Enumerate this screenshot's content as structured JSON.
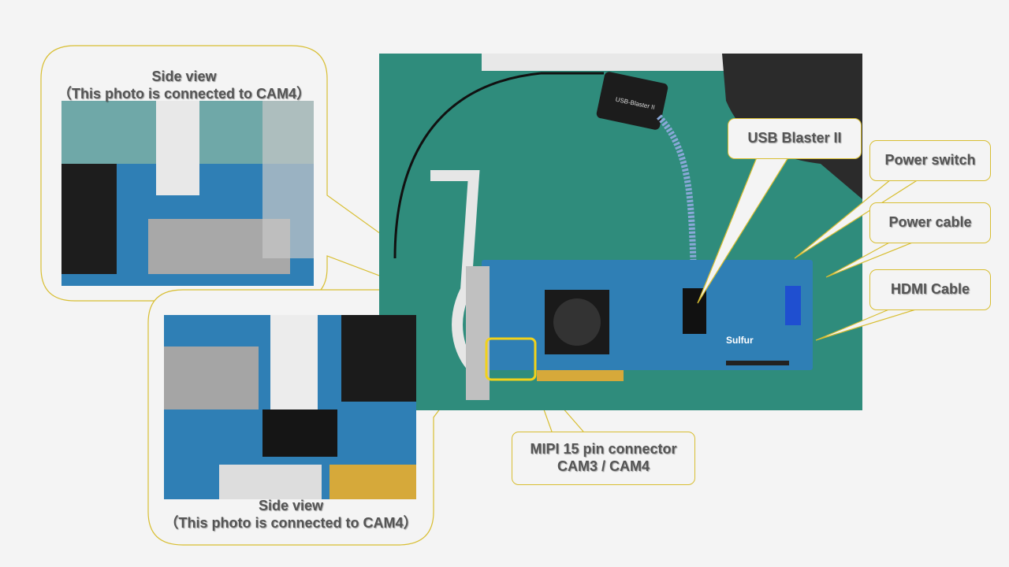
{
  "callouts": {
    "side_view_top": {
      "title": "Side view",
      "subtitle": "（This photo is connected to CAM4）"
    },
    "side_view_bottom": {
      "title": "Side view",
      "subtitle": "（This photo is connected to CAM4）"
    },
    "usb_blaster": "USB Blaster II",
    "power_switch": "Power switch",
    "power_cable": "Power cable",
    "hdmi_cable": "HDMI Cable",
    "mipi": {
      "line1": "MIPI 15 pin connector",
      "line2": "CAM3 / CAM4"
    }
  },
  "photo_text": {
    "board_name": "Sulfur",
    "device": "USB-Blaster II"
  },
  "colors": {
    "callout_border": "#d8be32",
    "highlight": "#f2d21a",
    "mat": "#2f8c7c",
    "board": "#2f7fb5"
  }
}
